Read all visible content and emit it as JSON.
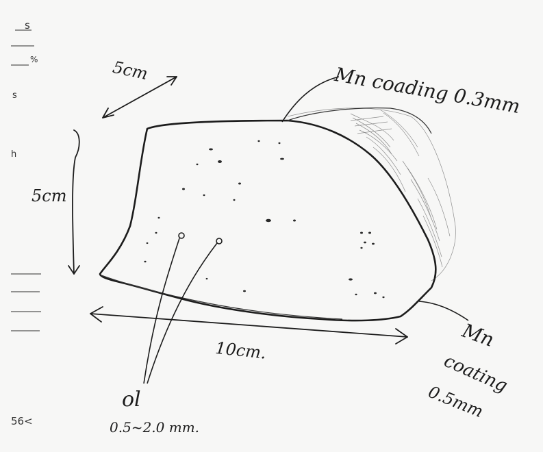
{
  "labels": {
    "mn_coating_top": "Mn coading 0.3mm",
    "mn_coating_bottom_1": "Mn",
    "mn_coating_bottom_2": "coating",
    "mn_coating_bottom_3": "0.5mm",
    "dim_depth": "5cm",
    "dim_height": "5cm",
    "dim_width": "10cm.",
    "ol": "ol",
    "ol_size": "0.5~2.0 mm."
  },
  "margin": {
    "top_fragment": "s",
    "percent_fragment": "%",
    "mid_fragment_1": "s",
    "mid_fragment_2": "h",
    "bottom_fragment": "56<"
  },
  "colors": {
    "paper": "#f7f7f6",
    "ink": "#1c1c1c",
    "pencil": "#6b6b6b"
  }
}
